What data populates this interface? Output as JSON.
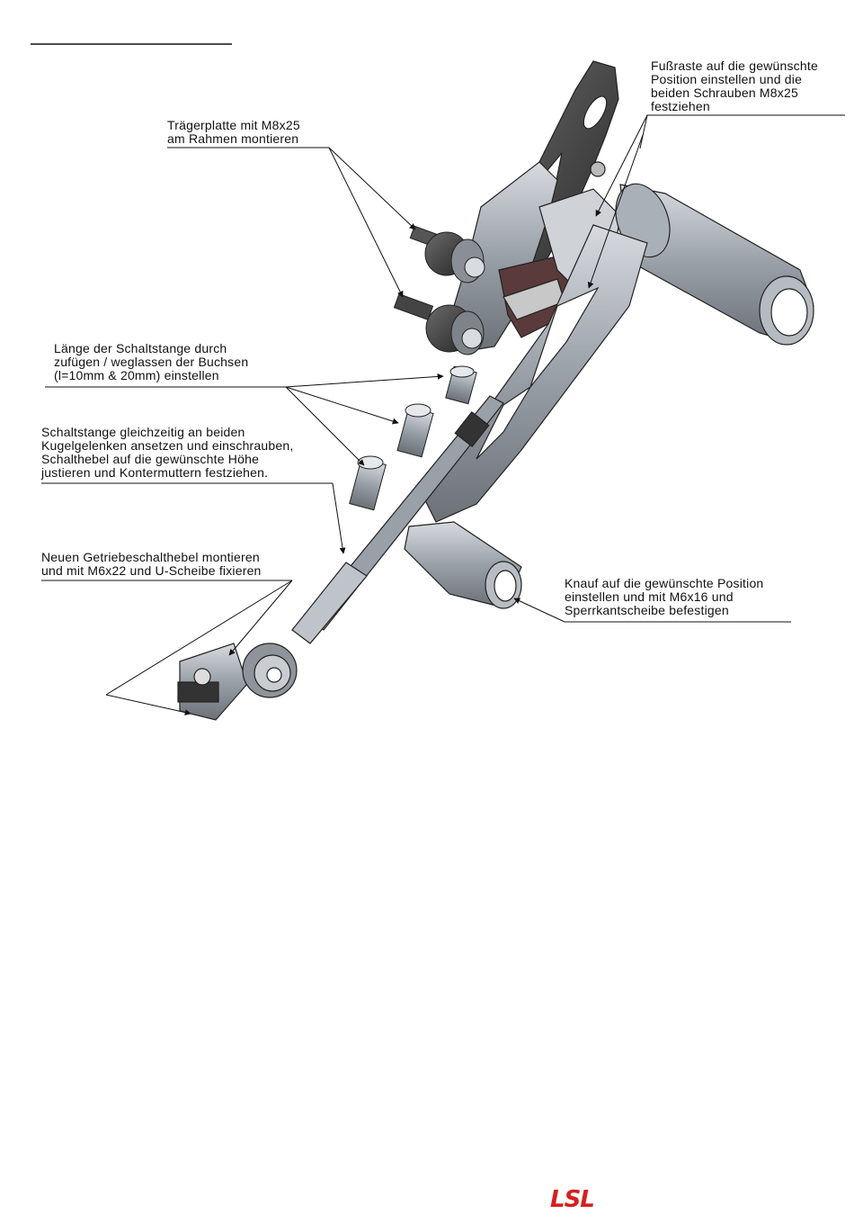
{
  "callouts": {
    "footrest": {
      "lines": [
        "Fußraste auf die gewünschte",
        "Position einstellen und die",
        "beiden Schrauben M8x25",
        "festziehen"
      ]
    },
    "carrier_plate": {
      "lines": [
        "Trägerplatte mit M8x25",
        "am Rahmen montieren"
      ]
    },
    "rod_length": {
      "lines": [
        "Länge der Schaltstange durch",
        "zufügen / weglassen der Buchsen",
        "(l=10mm & 20mm) einstellen"
      ]
    },
    "shift_rod": {
      "lines": [
        "Schaltstange gleichzeitig an beiden",
        "Kugelgelenken ansetzen und einschrauben,",
        "Schalthebel auf die gewünschte Höhe",
        "justieren und Kontermuttern festziehen."
      ]
    },
    "gear_lever": {
      "lines": [
        "Neuen Getriebeschalthebel montieren",
        "und mit M6x22 und U-Scheibe fixieren"
      ]
    },
    "knob": {
      "lines": [
        "Knauf auf die gewünschte Position",
        "einstellen und mit M6x16 und",
        "Sperrkantscheibe befestigen"
      ]
    }
  },
  "logo_text": "LSL",
  "colors": {
    "logo": "#d62020",
    "metal": "#9aa0a8",
    "dark_metal": "#3a3a3a"
  }
}
